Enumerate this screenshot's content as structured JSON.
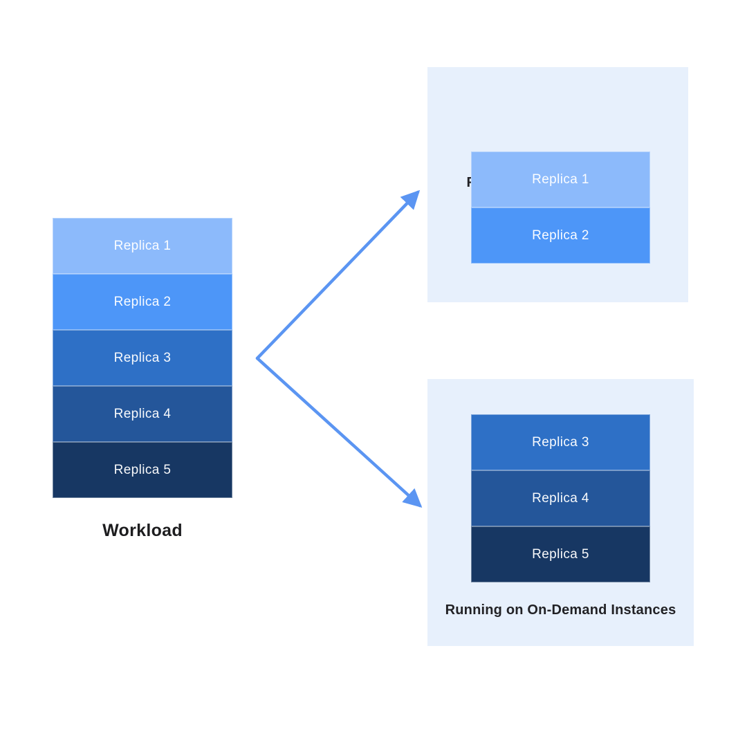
{
  "page": {
    "background": "#ffffff"
  },
  "workload": {
    "label": "Workload",
    "replicas": [
      {
        "label": "Replica 1",
        "color": "#8CBAFB"
      },
      {
        "label": "Replica 2",
        "color": "#4D96F8"
      },
      {
        "label": "Replica 3",
        "color": "#2E70C6"
      },
      {
        "label": "Replica 4",
        "color": "#24569A"
      },
      {
        "label": "Replica 5",
        "color": "#173763"
      }
    ]
  },
  "spot_panel": {
    "title": "Running on Spot Instances",
    "background": "#E7F0FC",
    "replicas": [
      {
        "label": "Replica 1",
        "color": "#8CBAFB"
      },
      {
        "label": "Replica 2",
        "color": "#4D96F8"
      }
    ]
  },
  "ondemand_panel": {
    "title": "Running on On-Demand Instances",
    "background": "#E7F0FC",
    "replicas": [
      {
        "label": "Replica 3",
        "color": "#2E70C6"
      },
      {
        "label": "Replica 4",
        "color": "#24569A"
      },
      {
        "label": "Replica 5",
        "color": "#173763"
      }
    ]
  },
  "arrows": {
    "color": "#5B95F2"
  }
}
